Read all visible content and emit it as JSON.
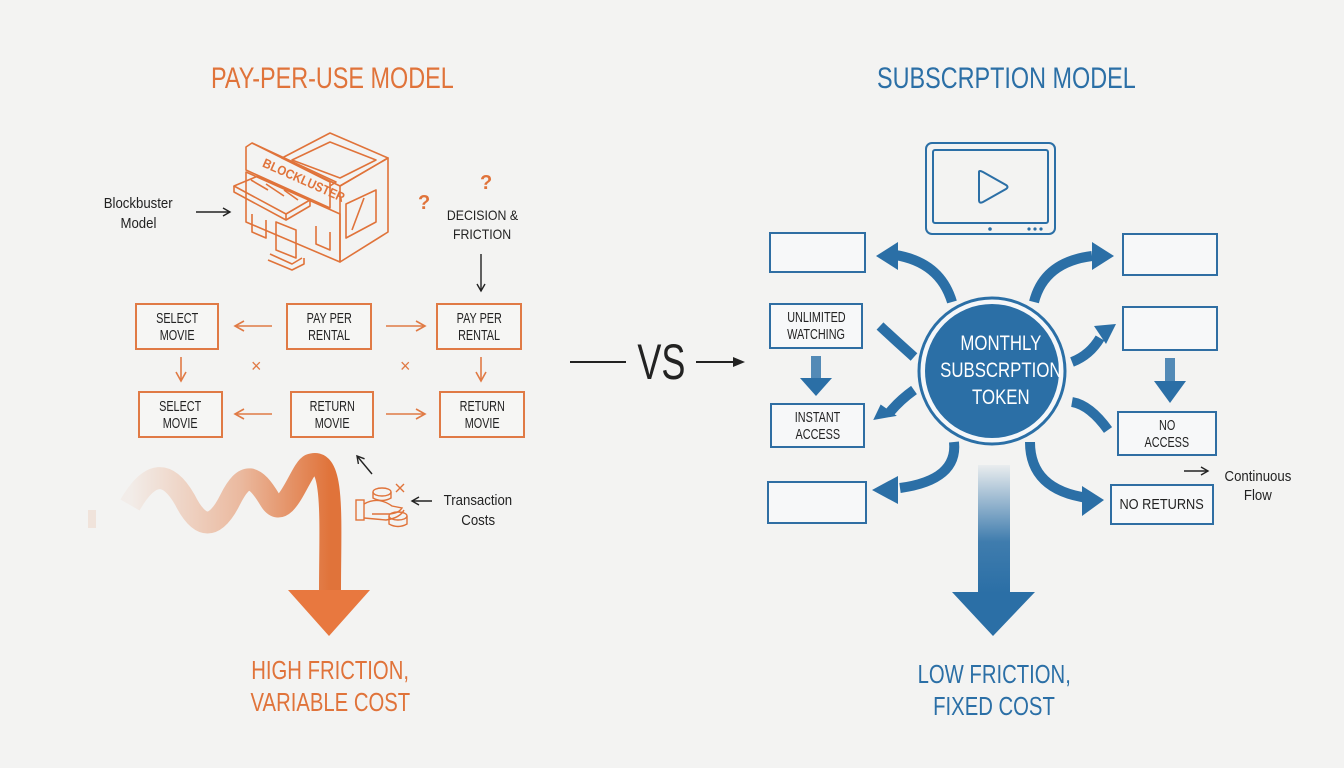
{
  "left": {
    "title": "PAY-PER-USE MODEL",
    "store_sign": "BLOCKLUSTER",
    "store_label_line1": "Blockbuster",
    "store_label_line2": "Model",
    "decision_line1": "DECISION &",
    "decision_line2": "FRICTION",
    "question_mark": "?",
    "cross_mark": "×",
    "boxes": [
      {
        "line1": "SELECT",
        "line2": "MOVIE"
      },
      {
        "line1": "PAY PER",
        "line2": "RENTAL"
      },
      {
        "line1": "PAY PER",
        "line2": "RENTAL"
      },
      {
        "line1": "SELECT",
        "line2": "MOVIE"
      },
      {
        "line1": "RETURN",
        "line2": "MOVIE"
      },
      {
        "line1": "RETURN",
        "line2": "MOVIE"
      }
    ],
    "transaction_line1": "Transaction",
    "transaction_line2": "Costs",
    "footer_line1": "HIGH FRICTION,",
    "footer_line2": "VARIABLE COST"
  },
  "center": {
    "vs_label": "VS"
  },
  "right": {
    "title": "SUBSCRPTION MODEL",
    "token_line1": "MONTHLY",
    "token_line2": "SUBSCRPTION",
    "token_line3": "TOKEN",
    "boxes": {
      "top_left": "",
      "unlimited_line1": "UNLIMITED",
      "unlimited_line2": "WATCHING",
      "instant_line1": "INSTANT",
      "instant_line2": "ACCESS",
      "bottom_left": "",
      "top_right": "",
      "mid_right": "",
      "no_access_line1": "NO",
      "no_access_line2": "ACCESS",
      "no_returns": "NO RETURNS"
    },
    "continuous_line1": "Continuous",
    "continuous_line2": "Flow",
    "footer_line1": "LOW FRICTION,",
    "footer_line2": "FIXED COST"
  },
  "colors": {
    "orange": "#e0733a",
    "blue": "#2b6fa6",
    "ink": "#222222",
    "background": "#f3f3f2"
  }
}
